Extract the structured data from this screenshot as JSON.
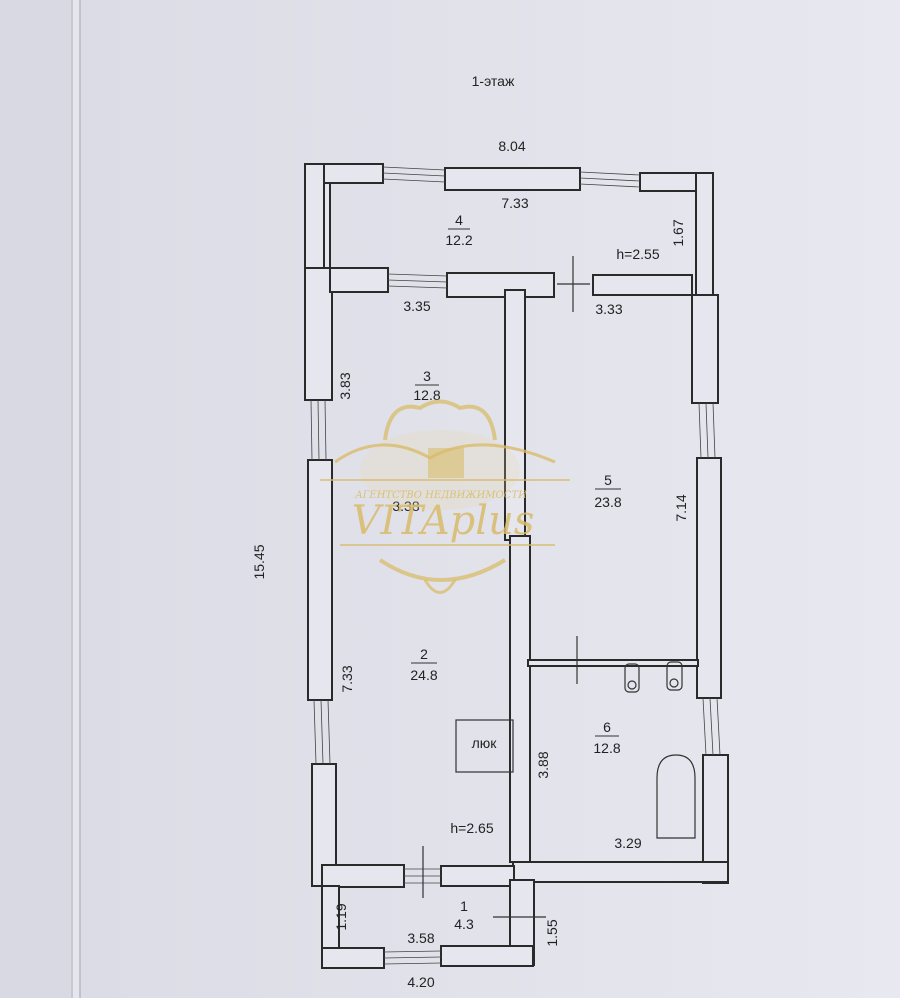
{
  "floor_title": "1-этаж",
  "dimensions": {
    "overall_width": "8.04",
    "overall_length": "15.45",
    "top_inner": "7.33",
    "room4_depth": "1.67",
    "room3_width": "3.35",
    "room5_width": "3.33",
    "room3_length": "3.83",
    "room3_bottom": "3.38",
    "room5_length": "7.14",
    "room2_length": "7.33",
    "room6_length": "3.88",
    "room6_width": "3.29",
    "porch_depth": "1.19",
    "porch_width": "3.58",
    "porch_outer": "4.20",
    "porch_side": "1.55"
  },
  "heights": {
    "upper": "h=2.55",
    "lower": "h=2.65"
  },
  "rooms": [
    {
      "number": "4",
      "area": "12.2"
    },
    {
      "number": "3",
      "area": "12.8"
    },
    {
      "number": "5",
      "area": "23.8"
    },
    {
      "number": "2",
      "area": "24.8"
    },
    {
      "number": "6",
      "area": "12.8"
    },
    {
      "number": "1",
      "area": "4.3"
    }
  ],
  "hatch_label": "люк",
  "watermark": {
    "brand": "VITAplus",
    "subtitle": "АГЕНТСТВО НЕДВИЖИМОСТИ"
  }
}
